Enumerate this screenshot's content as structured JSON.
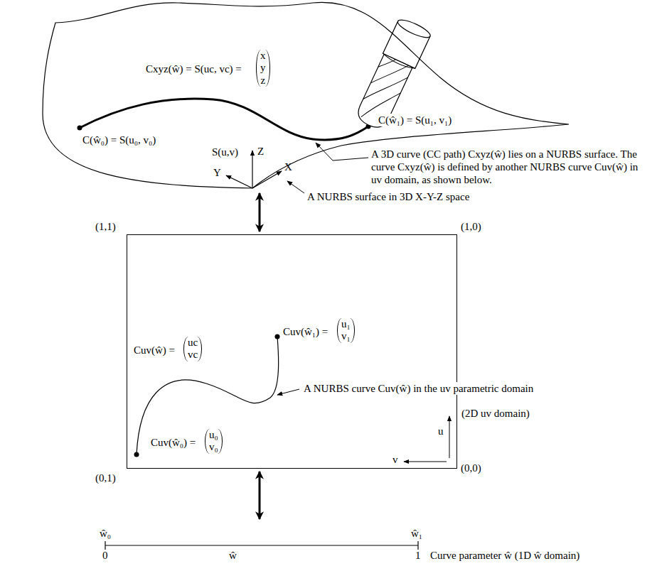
{
  "diagram": {
    "nodes": [
      {
        "text": [
          "S(u,v)"
        ]
      },
      {
        "text": [
          "(2D uv domain)"
        ]
      },
      {
        "text": [
          "Curve parameter ŵ (1D ŵ domain)"
        ]
      }
    ],
    "edges": [
      {
        "from": 0,
        "to": 1,
        "arrow": "both"
      },
      {
        "from": 1,
        "to": 2,
        "arrow": "both"
      }
    ],
    "labels": [
      "Cxyz(ŵ) = S(uc, vc) =",
      "x y z",
      "C(ŵ₀) = S(u₀, v₀)",
      "C(ŵ₁) = S(u₁, v₁)",
      "Z",
      "Y",
      "X",
      "A 3D curve (CC path) Cxyz(ŵ) lies on a NURBS surface. The curve Cxyz(ŵ) is defined by another NURBS curve Cuv(ŵ) in uv domain, as shown below.",
      "A NURBS surface in 3D X-Y-Z space",
      "(1,1)",
      "(1,0)",
      "Cuv(ŵ) =",
      "uc vc",
      "Cuv(ŵ₁) =",
      "u₁ v₁",
      "Cuv(ŵ₀) =",
      "u₀ v₀",
      "A NURBS curve Cuv(ŵ) in the uv parametric domain",
      "u",
      "v",
      "(0,0)",
      "(0,1)",
      "ŵ₀",
      "ŵ₁",
      "0",
      "ŵ",
      "1"
    ]
  }
}
